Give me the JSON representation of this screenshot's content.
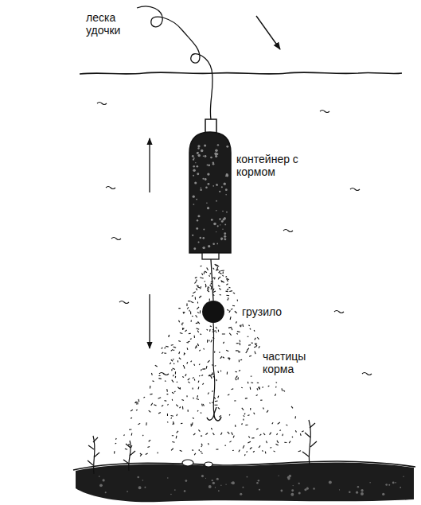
{
  "diagram": {
    "labels": [
      "леска удочки",
      "контейнер с кормом",
      "грузило",
      "частицы корма"
    ]
  }
}
